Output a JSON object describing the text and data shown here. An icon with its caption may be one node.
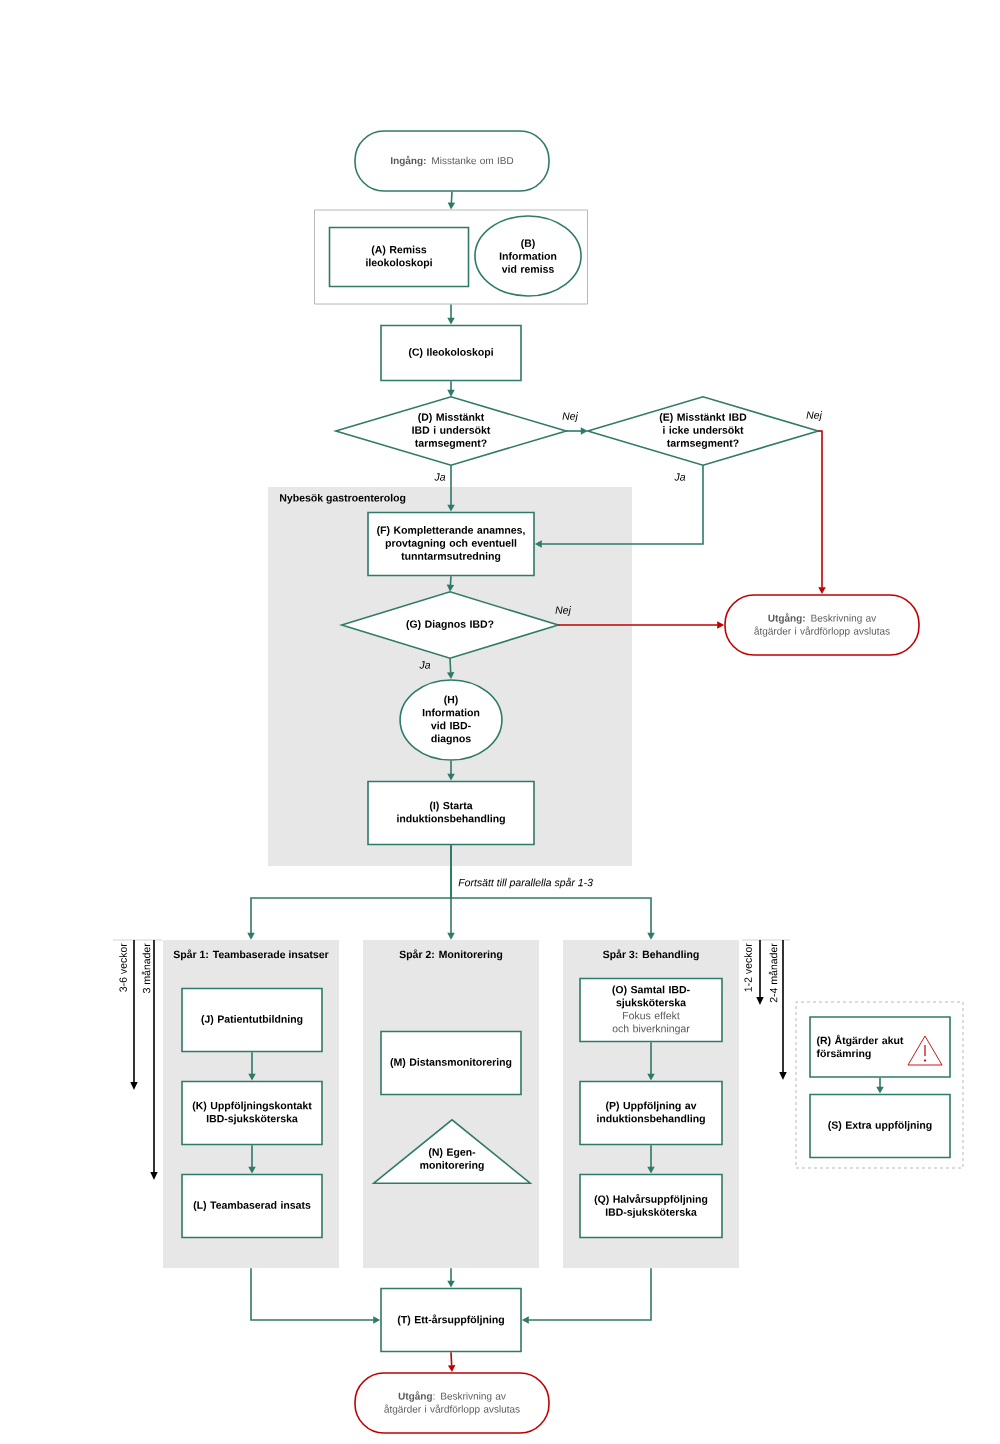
{
  "diagram": {
    "nodes": [
      {
        "text": [
          "**Ingång:** Misstanke om IBD"
        ]
      },
      {
        "text": [],
        "shape": "box"
      },
      {
        "text": [
          "(A) Remiss ileokoloskopi"
        ],
        "in": 1
      },
      {
        "text": [
          "(B) Information vid remiss"
        ],
        "in": 1
      },
      {
        "text": [
          "(C) Ileokoloskopi"
        ]
      },
      {
        "text": [
          "(D) Misstänkt IBD i undersökt tarmsegment?"
        ]
      },
      {
        "text": [
          "(E) Misstänkt IBD i icke undersökt tarmsegment?"
        ]
      },
      {
        "text": [
          "Nybesök gastroenterolog"
        ]
      },
      {
        "text": [
          "(F) Kompletterande anamnes, provtagning och eventuell tunntarmsutredning"
        ],
        "in": 7
      },
      {
        "text": [
          "(G) Diagnos IBD?"
        ],
        "in": 7
      },
      {
        "text": [
          "**Utgång:** Beskrivning av åtgärder i vårdförlopp avslutas"
        ]
      },
      {
        "text": [
          "(H) Information vid IBD-diagnos"
        ],
        "in": 7
      },
      {
        "text": [
          "(I) Starta induktionsbehandling"
        ],
        "in": 7
      },
      {
        "text": [
          "Spår 1: Teambaserade insatser"
        ]
      },
      {
        "text": [
          "(J) Patientutbildning"
        ],
        "in": 13
      },
      {
        "text": [
          "(K) Uppföljningskontakt IBD-sjuksköterska"
        ],
        "in": 13
      },
      {
        "text": [
          "(L) Teambaserad insats"
        ],
        "in": 13
      },
      {
        "text": [
          "Spår 2: Monitorering"
        ]
      },
      {
        "text": [
          "(M) Distansmonitorering"
        ],
        "in": 17
      },
      {
        "text": [
          "(N) Egen-monitorering"
        ],
        "in": 17
      },
      {
        "text": [
          "Spår 3: Behandling"
        ]
      },
      {
        "text": [
          "(O) Samtal IBD-sjuksköterska",
          "Fokus effekt och biverkningar"
        ],
        "in": 20
      },
      {
        "text": [
          "(P) Uppföljning av induktionsbehandling"
        ],
        "in": 20
      },
      {
        "text": [
          "(Q) Halvårsuppföljning IBD-sjuksköterska"
        ],
        "in": 20
      },
      {
        "text": [],
        "shape": "box"
      },
      {
        "text": [
          "(R) Åtgärder akut försämring"
        ],
        "in": 24
      },
      {
        "text": [
          "(S) Extra uppföljning"
        ],
        "in": 24
      },
      {
        "text": [
          "(T) Ett-årsuppföljning"
        ]
      },
      {
        "text": [
          "**Utgång**: Beskrivning av åtgärder i vårdförlopp avslutas"
        ]
      }
    ],
    "edges": [
      {
        "from": 0,
        "to": 1,
        "arrow": "to"
      },
      {
        "from": 1,
        "to": 4,
        "arrow": "to"
      },
      {
        "from": 4,
        "to": 5,
        "arrow": "to"
      },
      {
        "from": 5,
        "to": 6,
        "arrow": "to",
        "label": "Nej"
      },
      {
        "from": 5,
        "to": 8,
        "arrow": "to",
        "label": "Ja"
      },
      {
        "from": 6,
        "to": 8,
        "arrow": "to",
        "label": "Ja"
      },
      {
        "from": 6,
        "to": 10,
        "arrow": "to",
        "label": "Nej",
        "color": "#c00000"
      },
      {
        "from": 8,
        "to": 9,
        "arrow": "to"
      },
      {
        "from": 9,
        "to": 10,
        "arrow": "to",
        "label": "Nej",
        "color": "#c00000"
      },
      {
        "from": 9,
        "to": 11,
        "arrow": "to",
        "label": "Ja"
      },
      {
        "from": 11,
        "to": 12,
        "arrow": "to"
      },
      {
        "from": 12,
        "to": 13,
        "arrow": "to"
      },
      {
        "from": 12,
        "to": 17,
        "arrow": "to",
        "label": "Fortsätt till parallella spår 1-3"
      },
      {
        "from": 12,
        "to": 20,
        "arrow": "to"
      },
      {
        "from": 14,
        "to": 15,
        "arrow": "to"
      },
      {
        "from": 15,
        "to": 16,
        "arrow": "to"
      },
      {
        "from": 21,
        "to": 22,
        "arrow": "to"
      },
      {
        "from": 22,
        "to": 23,
        "arrow": "to"
      },
      {
        "from": 25,
        "to": 26,
        "arrow": "to"
      },
      {
        "from": 13,
        "to": 27,
        "arrow": "to"
      },
      {
        "from": 17,
        "to": 27,
        "arrow": "to"
      },
      {
        "from": 20,
        "to": 27,
        "arrow": "to"
      },
      {
        "from": 27,
        "to": 28,
        "arrow": "to",
        "color": "#c00000"
      }
    ],
    "labels": [
      "3-6 veckor",
      "3 månader",
      "1-2 veckor",
      "2-4 månader"
    ]
  }
}
